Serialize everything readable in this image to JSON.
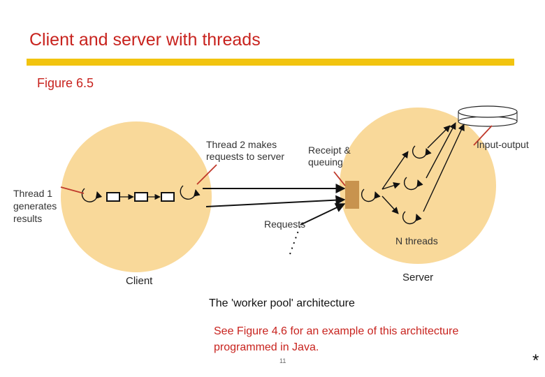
{
  "title": "Client and server with threads",
  "figure_label": "Figure 6.5",
  "labels": {
    "thread2": [
      "Thread 2 makes",
      "requests to server"
    ],
    "receipt": [
      "Receipt &",
      "queuing"
    ],
    "input_output": "Input-output",
    "thread1": [
      "Thread 1",
      "generates",
      "results"
    ],
    "requests": "Requests",
    "n_threads": "N threads",
    "client": "Client",
    "server": "Server"
  },
  "caption": "The 'worker pool' architecture",
  "note": [
    "See Figure 4.6 for an example of this architecture",
    "programmed in Java."
  ],
  "page_number": "11",
  "footer_mark": "*",
  "colors": {
    "title_red": "#c8231e",
    "rule_yellow": "#f2c40f",
    "circle_fill": "#f9d99a",
    "queue_box": "#c8934e",
    "pointer_line": "#c0392b"
  }
}
